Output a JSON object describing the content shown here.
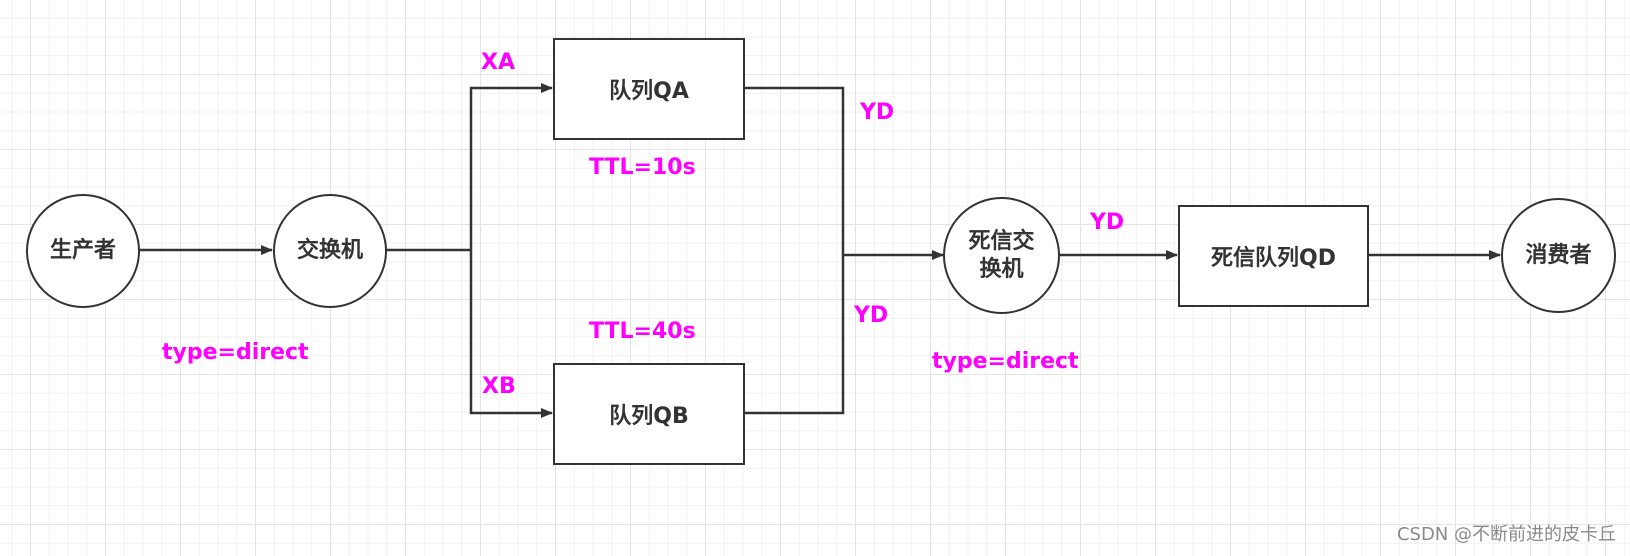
{
  "diagram": {
    "title": "RabbitMQ TTL dead-letter queue flow",
    "nodes": {
      "producer": "生产者",
      "exchange": "交换机",
      "queue_qa": "队列QA",
      "queue_qb": "队列QB",
      "dead_letter_exchange": "死信交换机",
      "dead_letter_queue": "死信队列QD",
      "consumer": "消费者"
    },
    "labels": {
      "exchange_type": "type=direct",
      "routing_xa": "XA",
      "routing_xb": "XB",
      "ttl_qa": "TTL=10s",
      "ttl_qb": "TTL=40s",
      "routing_yd_top": "YD",
      "routing_yd_bottom": "YD",
      "routing_yd_to_qd": "YD",
      "dead_letter_exchange_type": "type=direct"
    },
    "edges": [
      {
        "from": "生产者",
        "to": "交换机"
      },
      {
        "from": "交换机",
        "to": "队列QA",
        "label": "XA"
      },
      {
        "from": "交换机",
        "to": "队列QB",
        "label": "XB"
      },
      {
        "from": "队列QA",
        "to": "死信交换机",
        "label": "YD"
      },
      {
        "from": "队列QB",
        "to": "死信交换机",
        "label": "YD"
      },
      {
        "from": "死信交换机",
        "to": "死信队列QD",
        "label": "YD"
      },
      {
        "from": "死信队列QD",
        "to": "消费者"
      }
    ],
    "colors": {
      "stroke": "#333333",
      "label": "#ff00ff"
    }
  },
  "watermark": "CSDN @不断前进的皮卡丘"
}
